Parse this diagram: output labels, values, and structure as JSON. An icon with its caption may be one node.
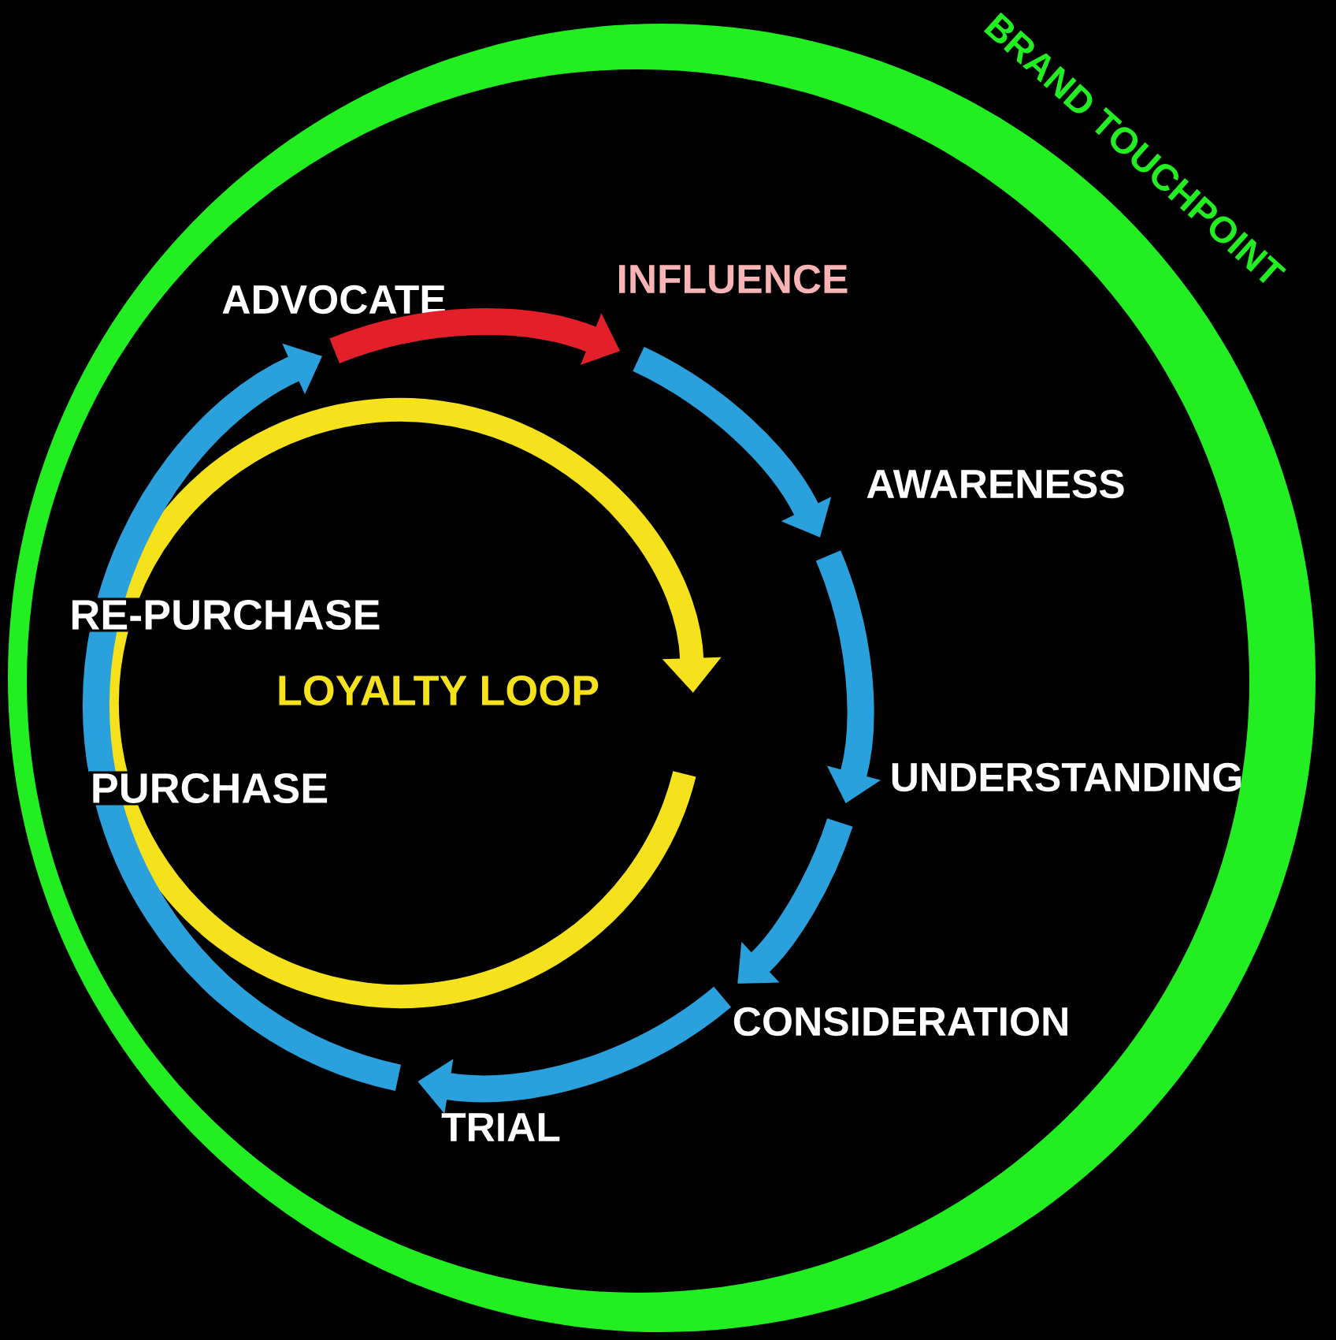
{
  "diagram": {
    "nodes": [
      {
        "text": [
          "ADVOCATE"
        ]
      },
      {
        "text": [
          "INFLUENCE"
        ]
      },
      {
        "text": [
          "AWARENESS"
        ]
      },
      {
        "text": [
          "UNDERSTANDING"
        ]
      },
      {
        "text": [
          "CONSIDERATION"
        ]
      },
      {
        "text": [
          "TRIAL"
        ]
      }
    ],
    "edges": [
      {
        "from": 0,
        "to": 1,
        "arrow": "to",
        "color": "#e3202a"
      },
      {
        "from": 1,
        "to": 2,
        "arrow": "to"
      },
      {
        "from": 2,
        "to": 3,
        "arrow": "to"
      },
      {
        "from": 3,
        "to": 4,
        "arrow": "to"
      },
      {
        "from": 4,
        "to": 5,
        "arrow": "to"
      },
      {
        "from": 5,
        "to": 0,
        "arrow": "to"
      }
    ],
    "labels": [
      "BRAND TOUCHPOINT",
      "RE-PURCHASE",
      "LOYALTY LOOP",
      "PURCHASE"
    ]
  }
}
